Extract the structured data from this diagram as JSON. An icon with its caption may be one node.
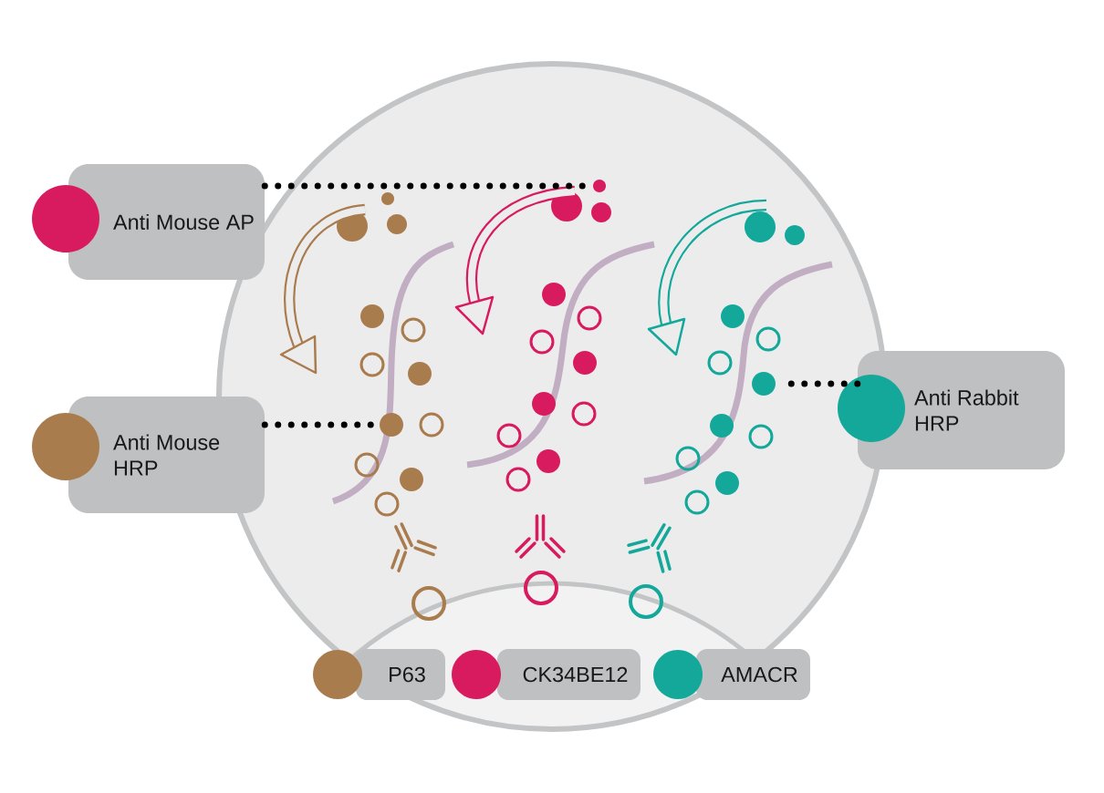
{
  "diagram": {
    "nodes": [
      {
        "text": [
          "Anti Mouse AP"
        ]
      },
      {
        "text": [
          "Anti Mouse HRP"
        ]
      },
      {
        "text": [
          "Anti Rabbit HRP"
        ]
      },
      {
        "text": [],
        "shape": "circle"
      },
      {
        "text": [],
        "shape": "circle"
      },
      {
        "text": [],
        "shape": "circle"
      }
    ],
    "edges": [
      {
        "from": 0,
        "to": 3,
        "arrow": "none"
      },
      {
        "from": 1,
        "to": 4,
        "arrow": "none"
      },
      {
        "from": 2,
        "to": 5,
        "arrow": "none"
      }
    ],
    "legend": [
      {
        "text": "P63",
        "color": "#a97c4e"
      },
      {
        "text": "CK34BE12",
        "color": "#d81b5e"
      },
      {
        "text": "AMACR",
        "color": "#14a89b"
      }
    ]
  }
}
